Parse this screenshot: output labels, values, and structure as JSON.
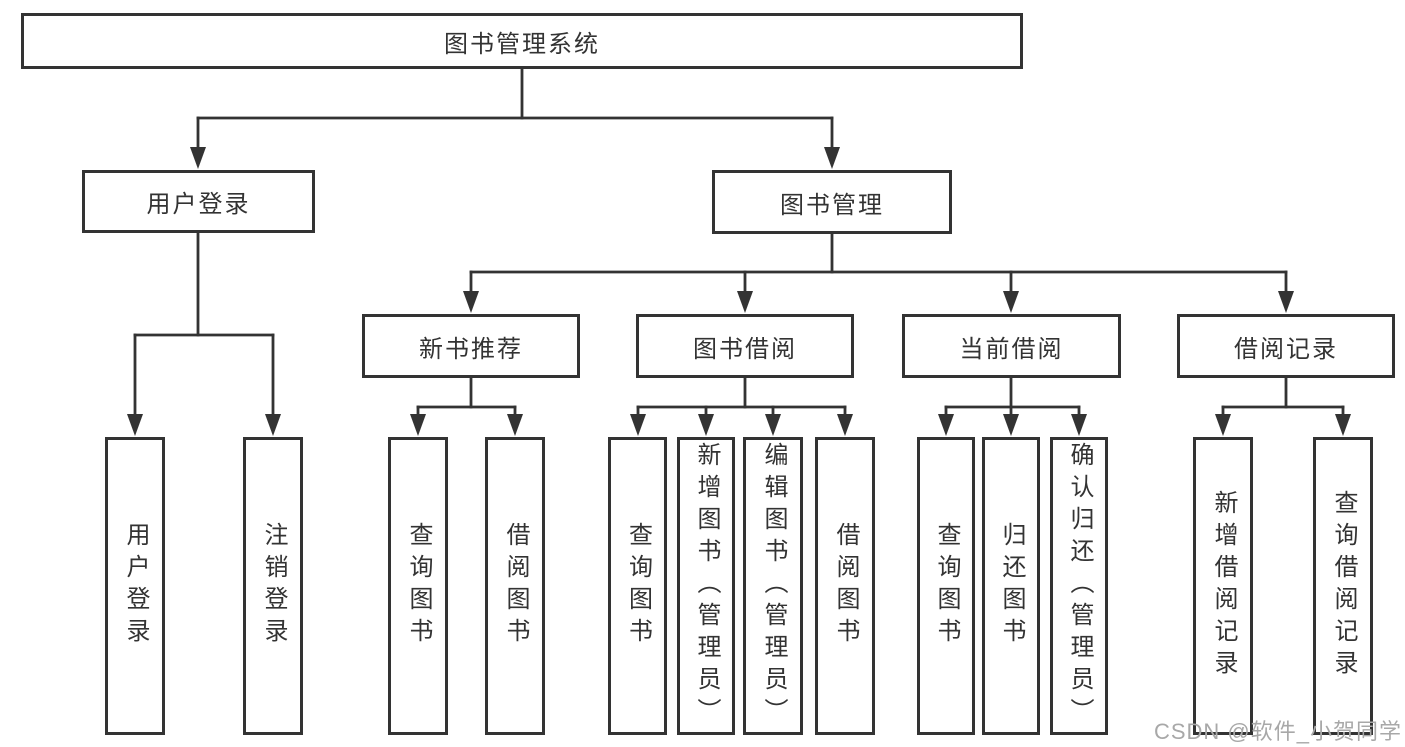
{
  "diagram_title": "图书管理系统",
  "tree": {
    "root": {
      "label": "图书管理系统"
    },
    "branches": [
      {
        "label": "用户登录",
        "children": [
          {
            "label": "用户登录"
          },
          {
            "label": "注销登录"
          }
        ]
      },
      {
        "label": "图书管理",
        "children": [
          {
            "label": "新书推荐",
            "children": [
              {
                "label": "查询图书"
              },
              {
                "label": "借阅图书"
              }
            ]
          },
          {
            "label": "图书借阅",
            "children": [
              {
                "label": "查询图书"
              },
              {
                "label": "新增图书（管理员）"
              },
              {
                "label": "编辑图书（管理员）"
              },
              {
                "label": "借阅图书"
              }
            ]
          },
          {
            "label": "当前借阅",
            "children": [
              {
                "label": "查询图书"
              },
              {
                "label": "归还图书"
              },
              {
                "label": "确认归还（管理员）"
              }
            ]
          },
          {
            "label": "借阅记录",
            "children": [
              {
                "label": "新增借阅记录"
              },
              {
                "label": "查询借阅记录"
              }
            ]
          }
        ]
      }
    ]
  },
  "watermark": "CSDN @软件_小贺同学",
  "colors": {
    "line": "#333333",
    "box_border": "#333333",
    "text": "#333333",
    "background": "#ffffff",
    "watermark_text": "#a8a8a8"
  }
}
